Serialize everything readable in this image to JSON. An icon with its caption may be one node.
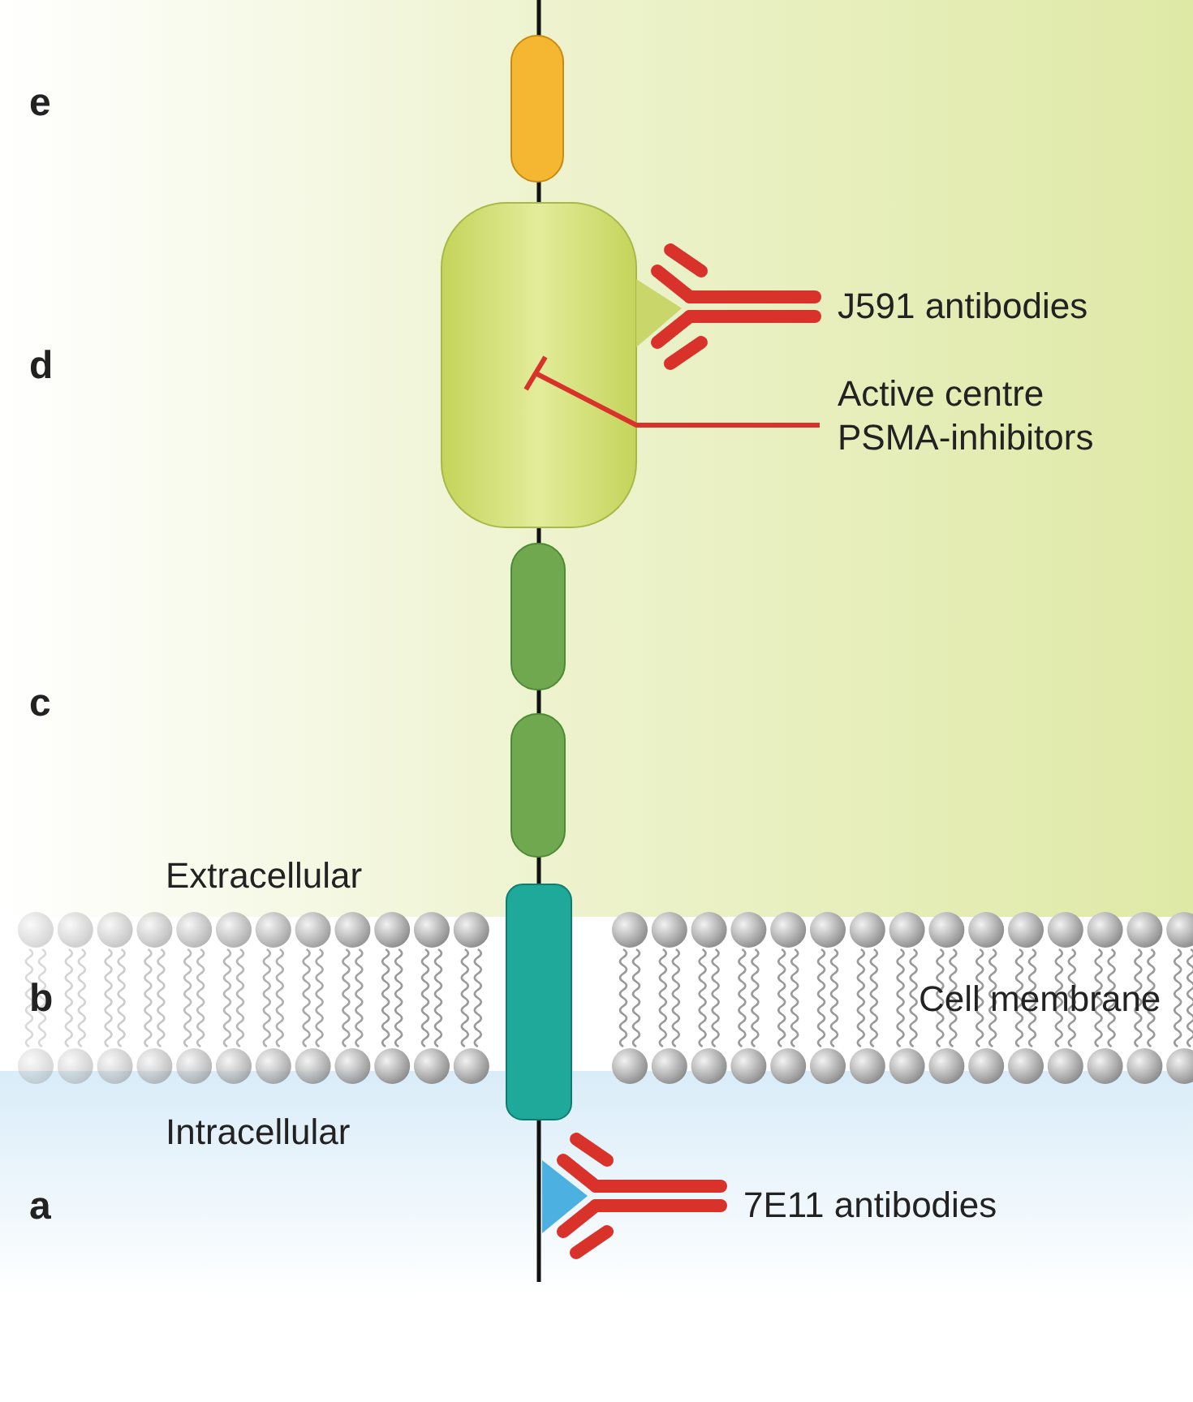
{
  "diagram": {
    "labels": [
      "e",
      "d",
      "J591 antibodies",
      "Active centre PSMA-inhibitors",
      "c",
      "Extracellular",
      "b",
      "Cell membrane",
      "Intracellular",
      "a",
      "7E11 antibodies"
    ]
  }
}
